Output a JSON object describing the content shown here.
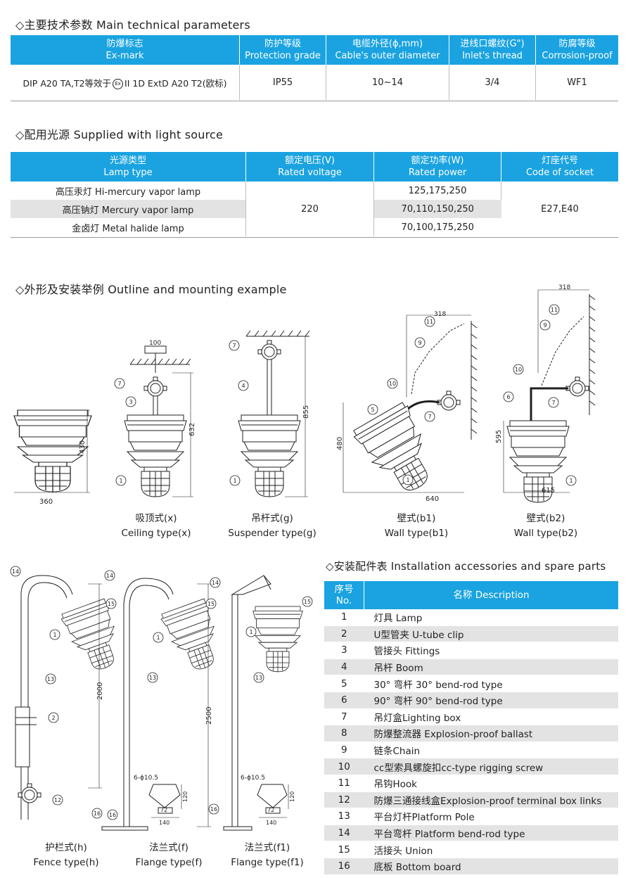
{
  "section1": {
    "title": "◇主要技术参数 Main technical parameters",
    "headers": [
      {
        "cn": "防爆标志",
        "en": "Ex-mark"
      },
      {
        "cn": "防护等级",
        "en": "Protection grade"
      },
      {
        "cn": "电缆外径(ϕ,mm)",
        "en": "Cable's outer diameter"
      },
      {
        "cn": "进线口螺纹(G\")",
        "en": "Inlet's thread"
      },
      {
        "cn": "防腐等级",
        "en": "Corrosion-proof"
      }
    ],
    "row": {
      "ex_mark_pre": "DIP A20 TA,T2等效于",
      "ex_symbol": "Ex",
      "ex_mark_post": "II 1D ExtD A20 T2(欧标)",
      "protection": "IP55",
      "cable": "10~14",
      "thread": "3/4",
      "corrosion": "WF1"
    }
  },
  "section2": {
    "title": "◇配用光源 Supplied with light source",
    "headers": [
      {
        "cn": "光源类型",
        "en": "Lamp type"
      },
      {
        "cn": "额定电压(V)",
        "en": "Rated voltage"
      },
      {
        "cn": "额定功率(W)",
        "en": "Rated power"
      },
      {
        "cn": "灯座代号",
        "en": "Code of socket"
      }
    ],
    "lamps": [
      {
        "type": "高压汞灯 Hi-mercury vapor lamp",
        "power": "125,175,250"
      },
      {
        "type": "高压钠灯 Mercury vapor lamp",
        "power": "70,110,150,250"
      },
      {
        "type": "金卤灯 Metal halide lamp",
        "power": "70,100,175,250"
      }
    ],
    "voltage": "220",
    "socket": "E27,E40"
  },
  "section3": {
    "title": "◇外形及安装举例 Outline and mounting example",
    "figures_top": [
      {
        "cn": "吸顶式(x)",
        "en": "Ceiling type(x)"
      },
      {
        "cn": "吊杆式(g)",
        "en": "Suspender type(g)"
      },
      {
        "cn": "壁式(b1)",
        "en": "Wall type(b1)"
      },
      {
        "cn": "壁式(b2)",
        "en": "Wall type(b2)"
      }
    ],
    "figures_bottom": [
      {
        "cn": "护栏式(h)",
        "en": "Fence type(h)"
      },
      {
        "cn": "法兰式(f)",
        "en": "Flange type(f)"
      },
      {
        "cn": "法兰式(f1)",
        "en": "Flange type(f1)"
      }
    ],
    "dims": {
      "d360": "360",
      "d430": "430",
      "d100": "100",
      "d632": "632",
      "d855": "855",
      "d318": "318",
      "d480": "480",
      "d640": "640",
      "d595": "595",
      "d615": "615",
      "d2000": "2000",
      "d2500": "2500",
      "holes": "6-ϕ10.5",
      "d72": "72",
      "d140": "140",
      "d120": "120"
    },
    "callouts": [
      "1",
      "2",
      "3",
      "4",
      "5",
      "6",
      "7",
      "9",
      "10",
      "11",
      "12",
      "13",
      "14",
      "15",
      "16"
    ]
  },
  "section4": {
    "title": "◇安装配件表 Installation accessories and spare parts",
    "header_no_cn": "序号",
    "header_no_en": "No.",
    "header_desc": "名称 Description",
    "items": [
      {
        "no": "1",
        "desc": "灯具 Lamp"
      },
      {
        "no": "2",
        "desc": "U型管夹 U-tube clip"
      },
      {
        "no": "3",
        "desc": "管接头 Fittings"
      },
      {
        "no": "4",
        "desc": "吊杆 Boom"
      },
      {
        "no": "5",
        "desc": "30° 弯杆 30° bend-rod type"
      },
      {
        "no": "6",
        "desc": "90° 弯杆 90° bend-rod type"
      },
      {
        "no": "7",
        "desc": "吊灯盒Lighting box"
      },
      {
        "no": "8",
        "desc": "防爆整流器 Explosion-proof ballast"
      },
      {
        "no": "9",
        "desc": "链条Chain"
      },
      {
        "no": "10",
        "desc": "cc型索具螺旋扣cc-type rigging screw"
      },
      {
        "no": "11",
        "desc": "吊钩Hook"
      },
      {
        "no": "12",
        "desc": "防爆三通接线盒Explosion-proof terminal box links"
      },
      {
        "no": "13",
        "desc": "平台灯杆Platform Pole"
      },
      {
        "no": "14",
        "desc": "平台弯杆 Platform bend-rod type"
      },
      {
        "no": "15",
        "desc": "活接头 Union"
      },
      {
        "no": "16",
        "desc": "底板 Bottom board"
      }
    ]
  }
}
